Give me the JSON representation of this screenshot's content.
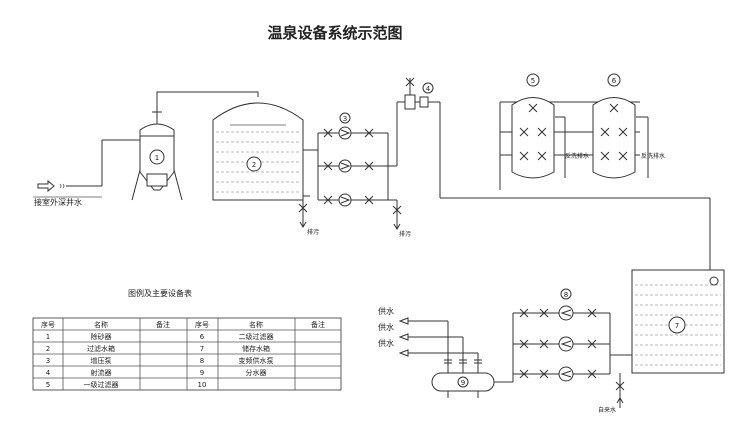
{
  "title": "温泉设备系统示范图",
  "labels": {
    "inlet": "接室外深井水",
    "drain1": "排污",
    "drain2": "排污",
    "backwash1": "反洗排水",
    "backwash2": "反洗排水",
    "supply1": "供水",
    "supply2": "供水",
    "supply3": "供水",
    "tap_water": "自来水"
  },
  "markers": {
    "m1": "1",
    "m2": "2",
    "m3": "3",
    "m4": "4",
    "m5": "5",
    "m6": "6",
    "m7": "7",
    "m8": "8",
    "m9": "9"
  },
  "legend": {
    "caption": "图例及主要设备表",
    "headers": [
      "序号",
      "名称",
      "备注",
      "序号",
      "名称",
      "备注"
    ],
    "rows": [
      [
        "1",
        "除砂器",
        "",
        "6",
        "二级过滤器",
        ""
      ],
      [
        "2",
        "过滤水箱",
        "",
        "7",
        "储存水箱",
        ""
      ],
      [
        "3",
        "增压泵",
        "",
        "8",
        "变频供水泵",
        ""
      ],
      [
        "4",
        "射流器",
        "",
        "9",
        "分水器",
        ""
      ],
      [
        "5",
        "一级过滤器",
        "",
        "10",
        "",
        ""
      ]
    ]
  }
}
